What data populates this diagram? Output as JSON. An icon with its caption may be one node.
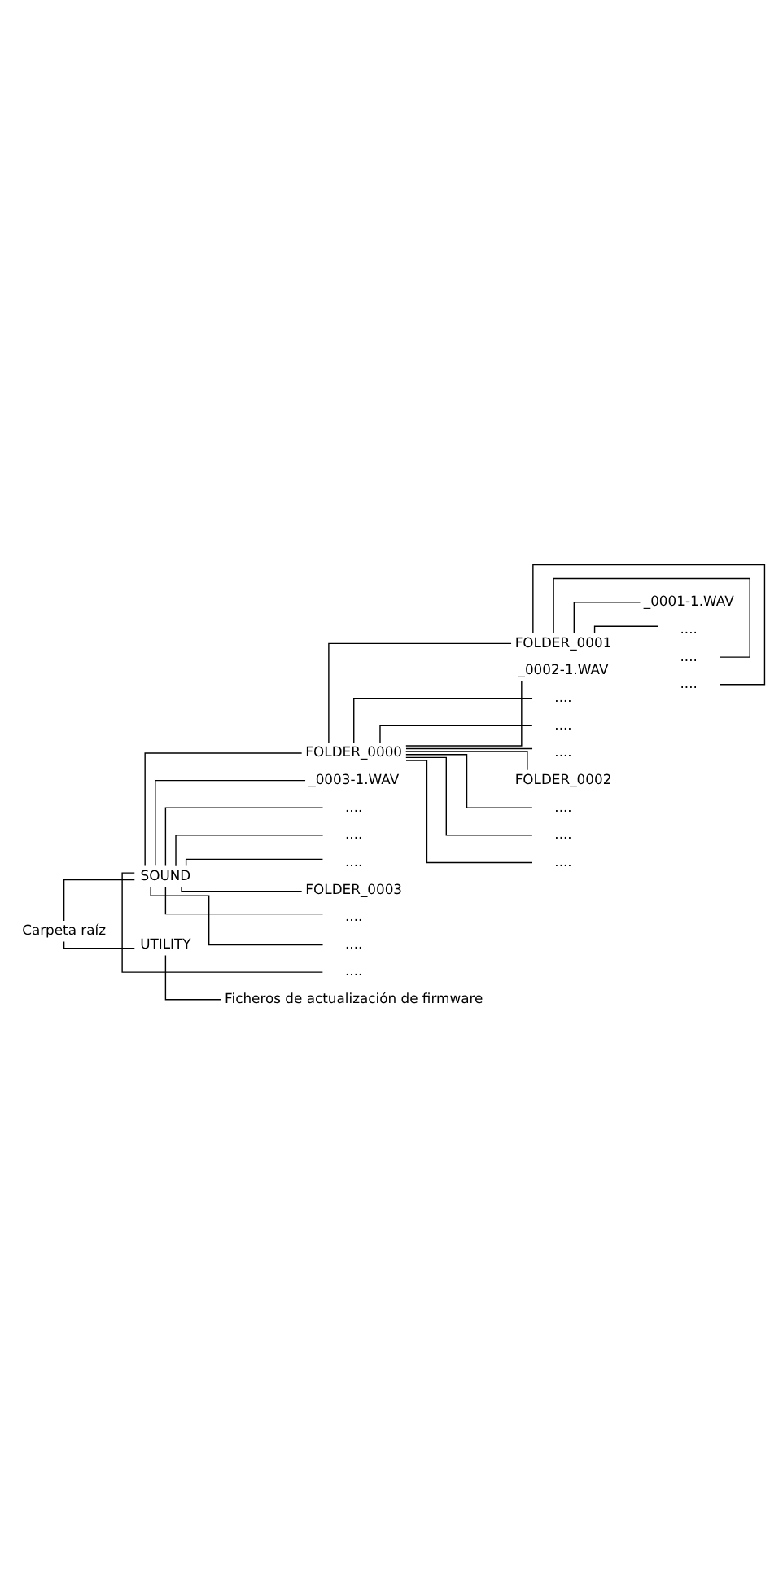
{
  "diagram": {
    "nodes": [
      {
        "text": [
          "Carpeta raíz"
        ]
      },
      {
        "text": [
          "SOUND"
        ]
      },
      {
        "text": [
          "FOLDER_0000"
        ]
      },
      {
        "text": [
          "FOLDER_0001"
        ]
      },
      {
        "text": [
          "_0001-1.WAV"
        ]
      },
      {
        "text": [
          "...."
        ]
      },
      {
        "text": [
          "...."
        ]
      },
      {
        "text": [
          "...."
        ]
      },
      {
        "text": [
          "_0002-1.WAV"
        ]
      },
      {
        "text": [
          "...."
        ]
      },
      {
        "text": [
          "...."
        ]
      },
      {
        "text": [
          "...."
        ]
      },
      {
        "text": [
          "FOLDER_0002"
        ]
      },
      {
        "text": [
          "...."
        ]
      },
      {
        "text": [
          "...."
        ]
      },
      {
        "text": [
          "...."
        ]
      },
      {
        "text": [
          "_0003-1.WAV"
        ]
      },
      {
        "text": [
          "...."
        ]
      },
      {
        "text": [
          "...."
        ]
      },
      {
        "text": [
          "...."
        ]
      },
      {
        "text": [
          "FOLDER_0003"
        ]
      },
      {
        "text": [
          "...."
        ]
      },
      {
        "text": [
          "...."
        ]
      },
      {
        "text": [
          "...."
        ]
      },
      {
        "text": [
          "UTILITY"
        ]
      },
      {
        "text": [
          "Ficheros de actualización de firmware"
        ]
      }
    ],
    "edges": [
      {
        "from": 0,
        "to": 1,
        "arrow": "none"
      },
      {
        "from": 1,
        "to": 2,
        "arrow": "none"
      },
      {
        "from": 2,
        "to": 3,
        "arrow": "none"
      },
      {
        "from": 3,
        "to": 4,
        "arrow": "none"
      },
      {
        "from": 3,
        "to": 5,
        "arrow": "none"
      },
      {
        "from": 3,
        "to": 6,
        "arrow": "none"
      },
      {
        "from": 3,
        "to": 7,
        "arrow": "none"
      },
      {
        "from": 2,
        "to": 8,
        "arrow": "none"
      },
      {
        "from": 2,
        "to": 9,
        "arrow": "none"
      },
      {
        "from": 2,
        "to": 10,
        "arrow": "none"
      },
      {
        "from": 2,
        "to": 11,
        "arrow": "none"
      },
      {
        "from": 2,
        "to": 12,
        "arrow": "none"
      },
      {
        "from": 2,
        "to": 13,
        "arrow": "none"
      },
      {
        "from": 2,
        "to": 14,
        "arrow": "none"
      },
      {
        "from": 2,
        "to": 15,
        "arrow": "none"
      },
      {
        "from": 1,
        "to": 16,
        "arrow": "none"
      },
      {
        "from": 1,
        "to": 17,
        "arrow": "none"
      },
      {
        "from": 1,
        "to": 18,
        "arrow": "none"
      },
      {
        "from": 1,
        "to": 19,
        "arrow": "none"
      },
      {
        "from": 1,
        "to": 20,
        "arrow": "none"
      },
      {
        "from": 1,
        "to": 21,
        "arrow": "none"
      },
      {
        "from": 1,
        "to": 22,
        "arrow": "none"
      },
      {
        "from": 1,
        "to": 23,
        "arrow": "none"
      },
      {
        "from": 0,
        "to": 24,
        "arrow": "none"
      },
      {
        "from": 24,
        "to": 25,
        "arrow": "none"
      }
    ]
  }
}
